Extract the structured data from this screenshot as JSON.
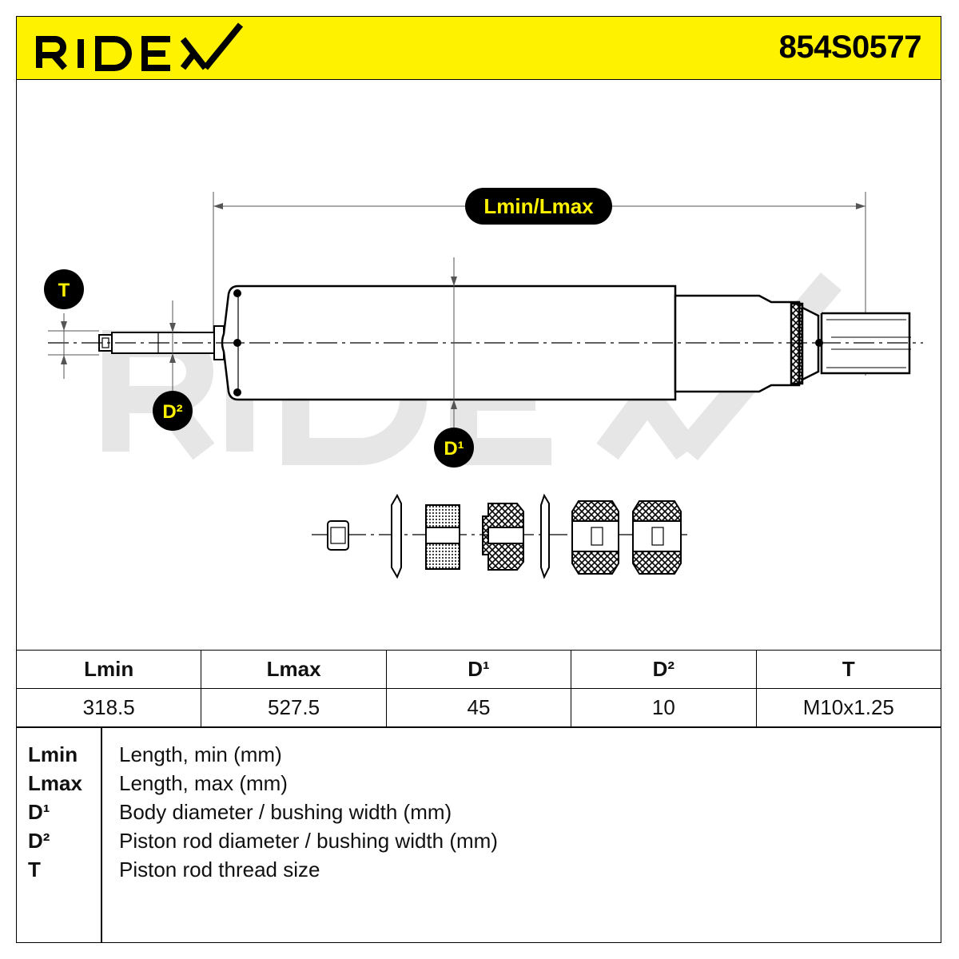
{
  "header": {
    "brand": "RIDEX",
    "part_number": "854S0577",
    "background_color": "#FFF200"
  },
  "diagram": {
    "watermark": "RIDEX",
    "labels": {
      "length": "Lmin/Lmax",
      "thread": "T",
      "rod_diameter": "D²",
      "body_diameter": "D¹"
    }
  },
  "specs": {
    "headers": [
      "Lmin",
      "Lmax",
      "D¹",
      "D²",
      "T"
    ],
    "values": [
      "318.5",
      "527.5",
      "45",
      "10",
      "M10x1.25"
    ]
  },
  "legend": [
    {
      "key": "Lmin",
      "desc": "Length, min (mm)"
    },
    {
      "key": "Lmax",
      "desc": "Length, max (mm)"
    },
    {
      "key": "D¹",
      "desc": "Body diameter / bushing width (mm)"
    },
    {
      "key": "D²",
      "desc": "Piston rod diameter / bushing width (mm)"
    },
    {
      "key": "T",
      "desc": "Piston rod thread size"
    }
  ]
}
